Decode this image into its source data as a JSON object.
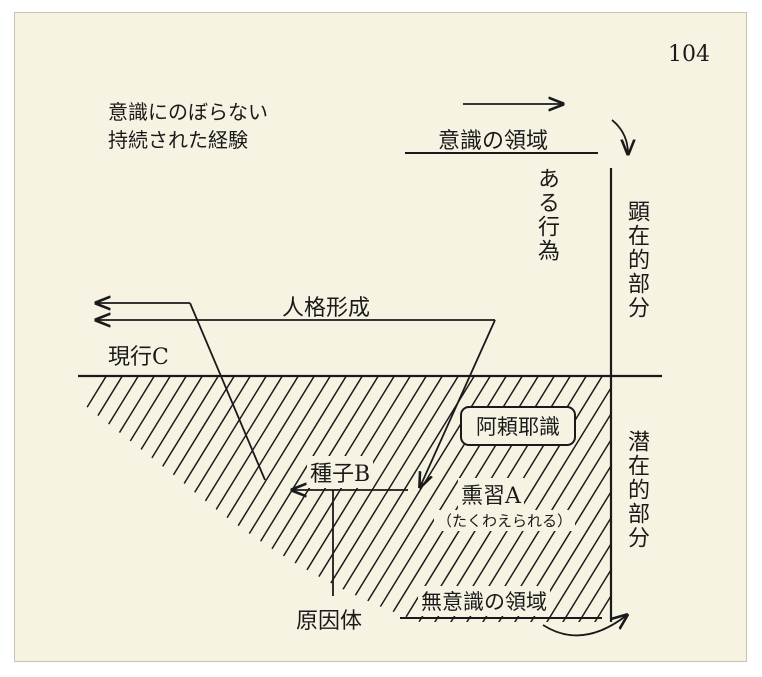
{
  "page_number": "104",
  "note_line1": "意識にのぼらない",
  "note_line2": "持続された経験",
  "conscious_realm": "意識の領域",
  "an_action": "ある行為",
  "manifest_part": "顕在的部分",
  "personality_formation": "人格形成",
  "current_c": "現行C",
  "alaya_consciousness": "阿頼耶識",
  "latent_part": "潜在的部分",
  "seed_b": "種子B",
  "perfuming_a": "熏習A",
  "perfuming_reading": "（たくわえられる）",
  "cause_body": "原因体",
  "unconscious_realm": "無意識の領域",
  "colors": {
    "ink": "#1a1a1a",
    "paper": "#f7f3e3"
  }
}
